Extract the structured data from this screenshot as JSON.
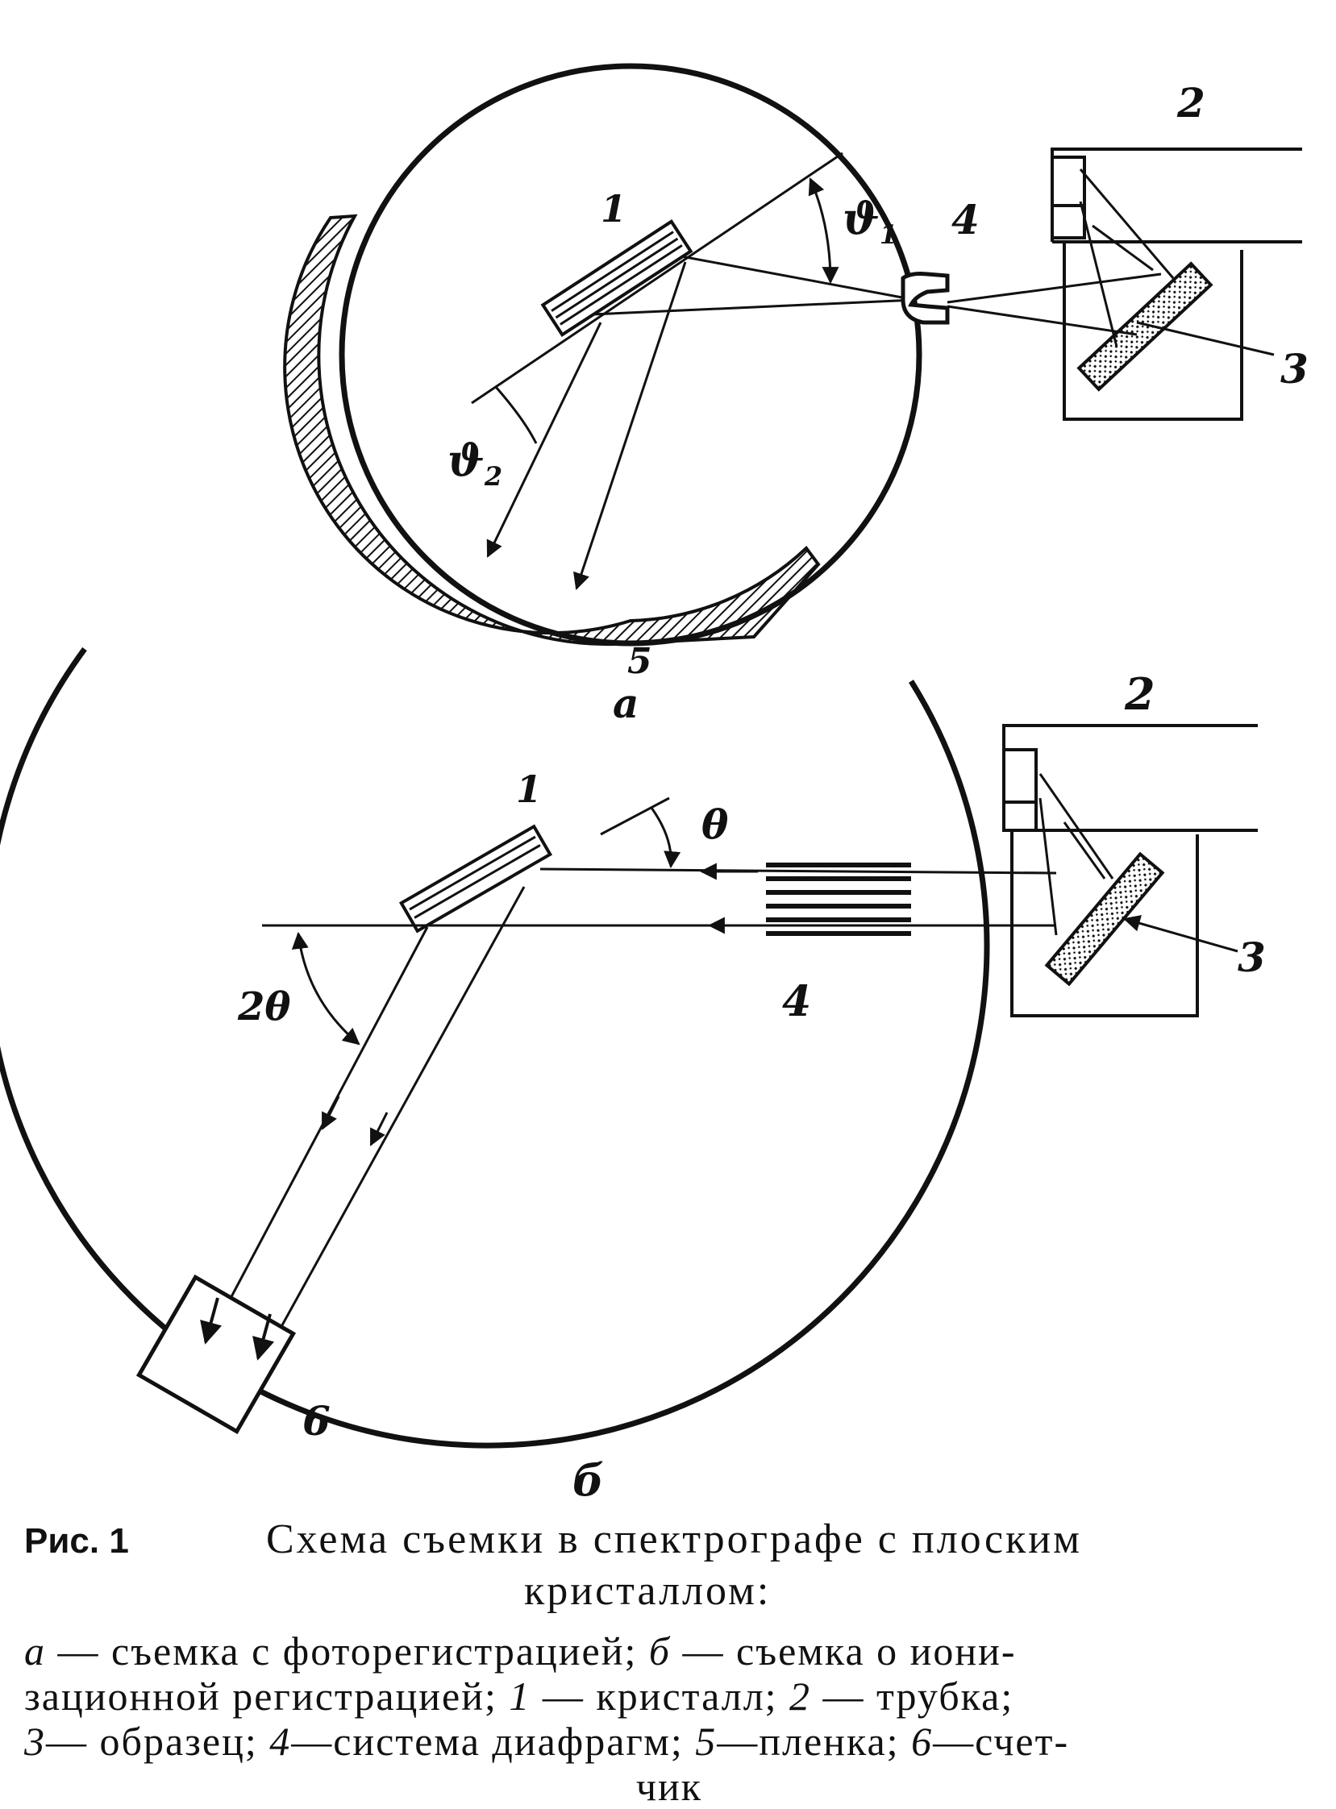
{
  "figure": {
    "panel_a": {
      "labels": {
        "crystal": "1",
        "tube": "2",
        "sample": "3",
        "diaphragm": "4",
        "film": "5",
        "theta1": "ϑ",
        "theta1_sub": "1",
        "theta2": "ϑ",
        "theta2_sub": "2",
        "panel_letter": "a"
      }
    },
    "panel_b": {
      "labels": {
        "crystal": "1",
        "tube": "2",
        "sample": "3",
        "diaphragm": "4",
        "counter": "6",
        "theta": "θ",
        "two_theta": "2θ",
        "panel_letter": "б"
      }
    }
  },
  "caption": {
    "fig_label": "Рис.  1",
    "title": "Схема съемки в спектрографе с плоским",
    "title_cont": "кристаллом:",
    "legend": [
      {
        "num": "а",
        "text": " — съемка с фоторегистрацией; ",
        "num2": "б",
        "text2": " — съемка о иони-"
      },
      {
        "text": "зационной регистрацией; ",
        "num": "1",
        "text2": " — кристалл; ",
        "num2": "2",
        "text3": " — трубка;"
      },
      {
        "num": "3",
        "text": "— образец; ",
        "num2": "4",
        "text2": "—система диафрагм; ",
        "num3": "5",
        "text3": "—пленка; ",
        "num4": "6",
        "text4": "—счет-"
      },
      {
        "text": "чик"
      }
    ]
  }
}
